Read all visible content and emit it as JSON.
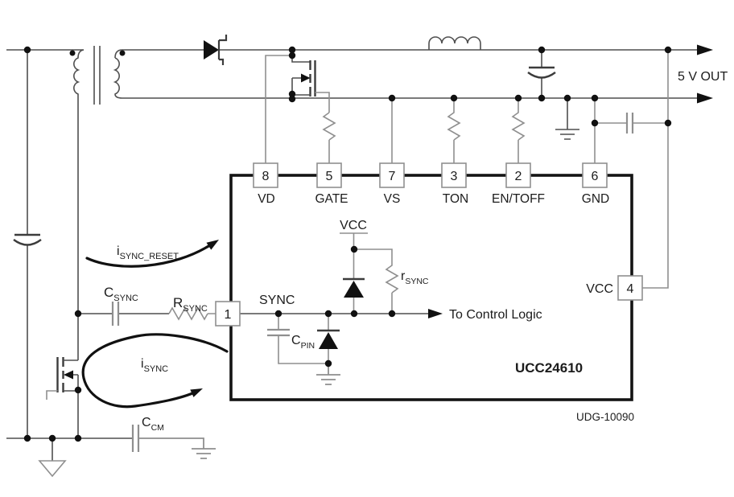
{
  "diagram": {
    "ic_name": "UCC24610",
    "figure_code": "UDG-10090",
    "output_label": "5 V OUT",
    "to_control_logic_label": "To Control Logic",
    "sync_net_label": "SYNC",
    "vcc_internal_label": "VCC",
    "vcc_pin_label": "VCC",
    "pins": {
      "top": [
        {
          "num": "8",
          "name": "VD"
        },
        {
          "num": "5",
          "name": "GATE"
        },
        {
          "num": "7",
          "name": "VS"
        },
        {
          "num": "3",
          "name": "TON"
        },
        {
          "num": "2",
          "name": "EN/TOFF"
        },
        {
          "num": "6",
          "name": "GND"
        }
      ],
      "left": {
        "num": "1",
        "name": "SYNC"
      },
      "right": {
        "num": "4",
        "name": "VCC"
      }
    },
    "components": {
      "c_sync": {
        "sym": "C",
        "sub": "SYNC"
      },
      "r_sync_ext": {
        "sym": "R",
        "sub": "SYNC"
      },
      "c_pin": {
        "sym": "C",
        "sub": "PIN"
      },
      "c_cm": {
        "sym": "C",
        "sub": "CM"
      },
      "r_sync_int": {
        "sym": "r",
        "sub": "SYNC"
      }
    },
    "currents": {
      "i_sync_reset": {
        "sym": "i",
        "sub": "SYNC_RESET"
      },
      "i_sync": {
        "sym": "i",
        "sub": "SYNC"
      }
    },
    "colors": {
      "ink": "#1c1c1c",
      "wire": "#4f4f4f",
      "lead": "#8f8f8f"
    }
  }
}
